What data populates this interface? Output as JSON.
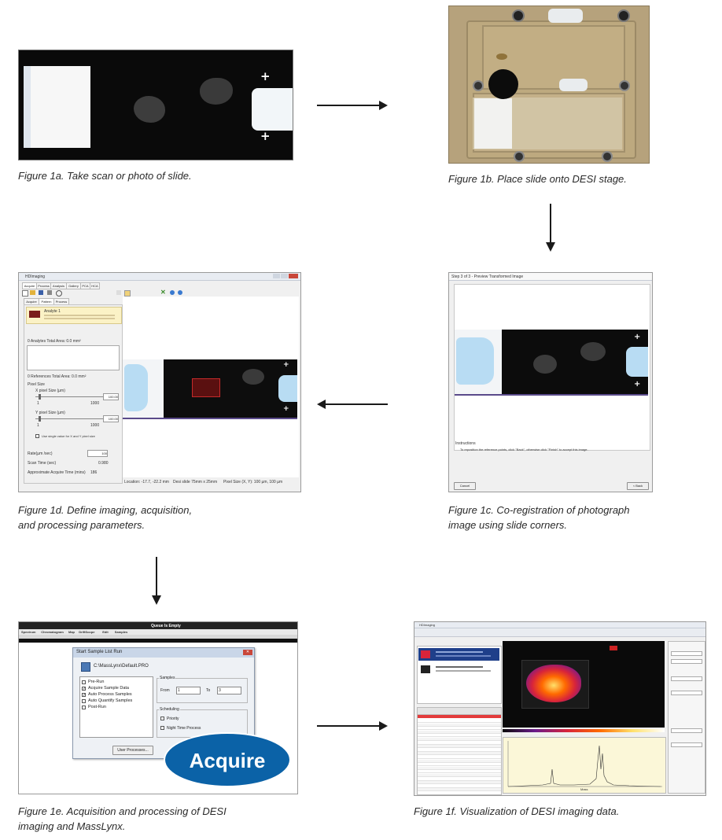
{
  "figures": {
    "fig1a": {
      "caption": "Figure 1a. Take scan or photo of slide."
    },
    "fig1b": {
      "caption": "Figure 1b. Place slide onto DESI stage."
    },
    "fig1c": {
      "caption": "Figure 1c. Co-registration of photograph\nimage using slide corners.",
      "window_title": "Step 3 of 3 - Preview Transformed Image",
      "instructions_label": "Instructions",
      "instructions_text": "To reposition the reference points, click \"Back\", otherwise click \"Finish\" to accept this image.",
      "cancel_label": "Cancel",
      "back_label": "< Back"
    },
    "fig1d": {
      "caption": "Figure 1d. Define imaging, acquisition,\nand processing parameters.",
      "app_title": "HDImaging",
      "menu_tabs": [
        "Acquire",
        "Process",
        "Analysis",
        "Gallery",
        "PCA",
        "HCA"
      ],
      "sub_tabs": [
        "Acquire",
        "Pattern",
        "Process"
      ],
      "analyte_name": "Analyte 1",
      "analytes_line": "0 Analytes   Total Area: 0.0 mm²",
      "references_line": "0 References   Total Area: 0.0 mm²",
      "pixel_size_label": "Pixel Size",
      "x_pixel_label": "X pixel Size (µm)",
      "y_pixel_label": "Y pixel Size (µm)",
      "x_value": "100.00",
      "y_value": "100.00",
      "slider_min": "1",
      "slider_max": "1000",
      "single_value_label": "Use single value for X and Y pixel size",
      "rate_label": "Rate(µm /sec)",
      "rate_value": "100",
      "scan_time_label": "Scan Time (sec)",
      "scan_time_value": "0.980",
      "acquire_time_label": "Approximate Acquire Time (mins)",
      "acquire_time_value": "186",
      "status_location": "Location: -17.7, -22.2 mm",
      "status_slide": "Desi slide 75mm x 25mm",
      "status_pixel": "Pixel Size (X, Y): 100 µm, 100 µm"
    },
    "fig1e": {
      "caption": "Figure 1e. Acquisition and processing of DESI\nimaging and MassLynx.",
      "bg_title": "Queue Is Empty",
      "menu_items": [
        "Spectrum",
        "Chromatogram",
        "Map",
        "DriftScope",
        "Edit",
        "Samples"
      ],
      "dialog_title": "Start Sample List Run",
      "project_path": "C:\\MassLynx\\Default.PRO",
      "options": [
        {
          "label": "Pre-Run",
          "checked": false
        },
        {
          "label": "Acquire Sample Data",
          "checked": true
        },
        {
          "label": "Auto Process Samples",
          "checked": true
        },
        {
          "label": "Auto Quantify Samples",
          "checked": false
        },
        {
          "label": "Post-Run",
          "checked": false
        }
      ],
      "samples_label": "Samples",
      "from_label": "From",
      "from_value": "1",
      "to_label": "To",
      "to_value": "3",
      "scheduling_label": "Scheduling",
      "priority_label": "Priority",
      "night_label": "Night Time Process",
      "user_processes_label": "User Processes...",
      "acquire_badge": "Acquire"
    },
    "fig1f": {
      "caption": "Figure 1f. Visualization of DESI imaging data.",
      "app_title": "HDImaging",
      "xaxis_label": "Mass"
    }
  },
  "colors": {
    "acquire_badge": "#0b62a7",
    "slide_label": "#b9dcf2",
    "stage": "#b6a27c",
    "heatmap_hot": "#ff6a00"
  }
}
